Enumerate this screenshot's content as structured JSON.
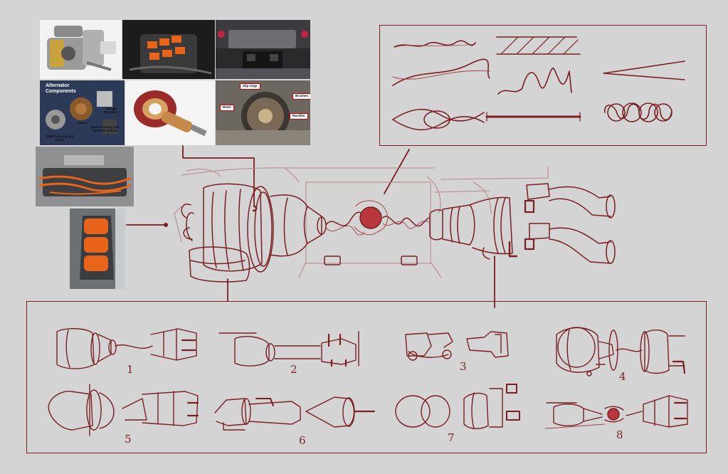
{
  "colors": {
    "background": "#d4d4d4",
    "ink": "#7b1e22",
    "ink_light": "#a4464a",
    "accent_fill": "#b8373d",
    "orange": "#e8641a"
  },
  "reference_photos": {
    "alternator": {
      "title": "Alternator",
      "subtitle": "Components",
      "labels": [
        "Voltage Regulator",
        "Stator",
        "Back housing and Rectifier Diodes",
        "Shaft housing and Rotor"
      ]
    },
    "rotor_callouts": [
      "Slip rings",
      "Rotor",
      "Brushes",
      "Rectifier"
    ]
  },
  "thumbnail_numbers": [
    "1",
    "2",
    "3",
    "4",
    "5",
    "6",
    "7",
    "8"
  ]
}
